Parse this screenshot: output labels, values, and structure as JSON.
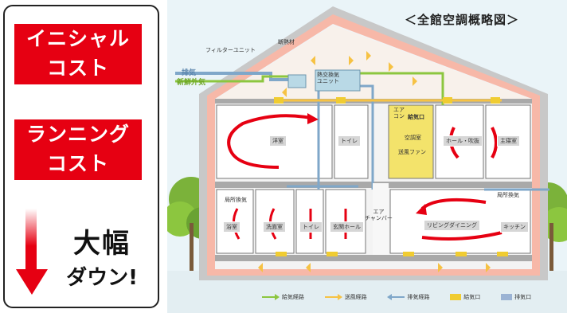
{
  "left_panel": {
    "initial_cost": [
      "イニシャル",
      "コスト"
    ],
    "running_cost": [
      "ランニング",
      "コスト"
    ],
    "big_reduction": [
      "大幅",
      "ダウン!"
    ]
  },
  "diagram": {
    "title": "＜全館空調概略図＞",
    "top_labels": {
      "filter_unit": "フィルターユニット",
      "insulation": "断熱材",
      "heat_exchange": [
        "熱交換気",
        "ユニット"
      ],
      "exhaust": "排気",
      "fresh_air": "新鮮外気"
    },
    "rooms": {
      "western": "洋室",
      "toilet_upper": "トイレ",
      "hall_atrium": "ホール・吹抜",
      "master_bedroom": "主寝室",
      "bath": "浴室",
      "washroom": "洗面室",
      "toilet_lower": "トイレ",
      "entrance_hall": "玄関ホール",
      "living_dining": "リビングダイニング",
      "kitchen": "キッチン"
    },
    "equipment": {
      "air_con": [
        "エア",
        "コン"
      ],
      "supply_port": "給気口",
      "ac_room": "空調室",
      "fan": "送風ファン",
      "local_exhaust_left": "局所換気",
      "local_exhaust_right": "局所換気",
      "air_chamber": [
        "エア",
        "チャンバー"
      ]
    },
    "legend": {
      "supply_route": "給気経路",
      "blow_route": "送風経路",
      "exhaust_route": "排気経路",
      "supply_port": "給気口",
      "exhaust_port": "排気口"
    },
    "colors": {
      "red": "#e60012",
      "supply_green": "#8cc63f",
      "blow_yellow": "#f6c244",
      "exhaust_blue": "#7fa7c9"
    }
  }
}
